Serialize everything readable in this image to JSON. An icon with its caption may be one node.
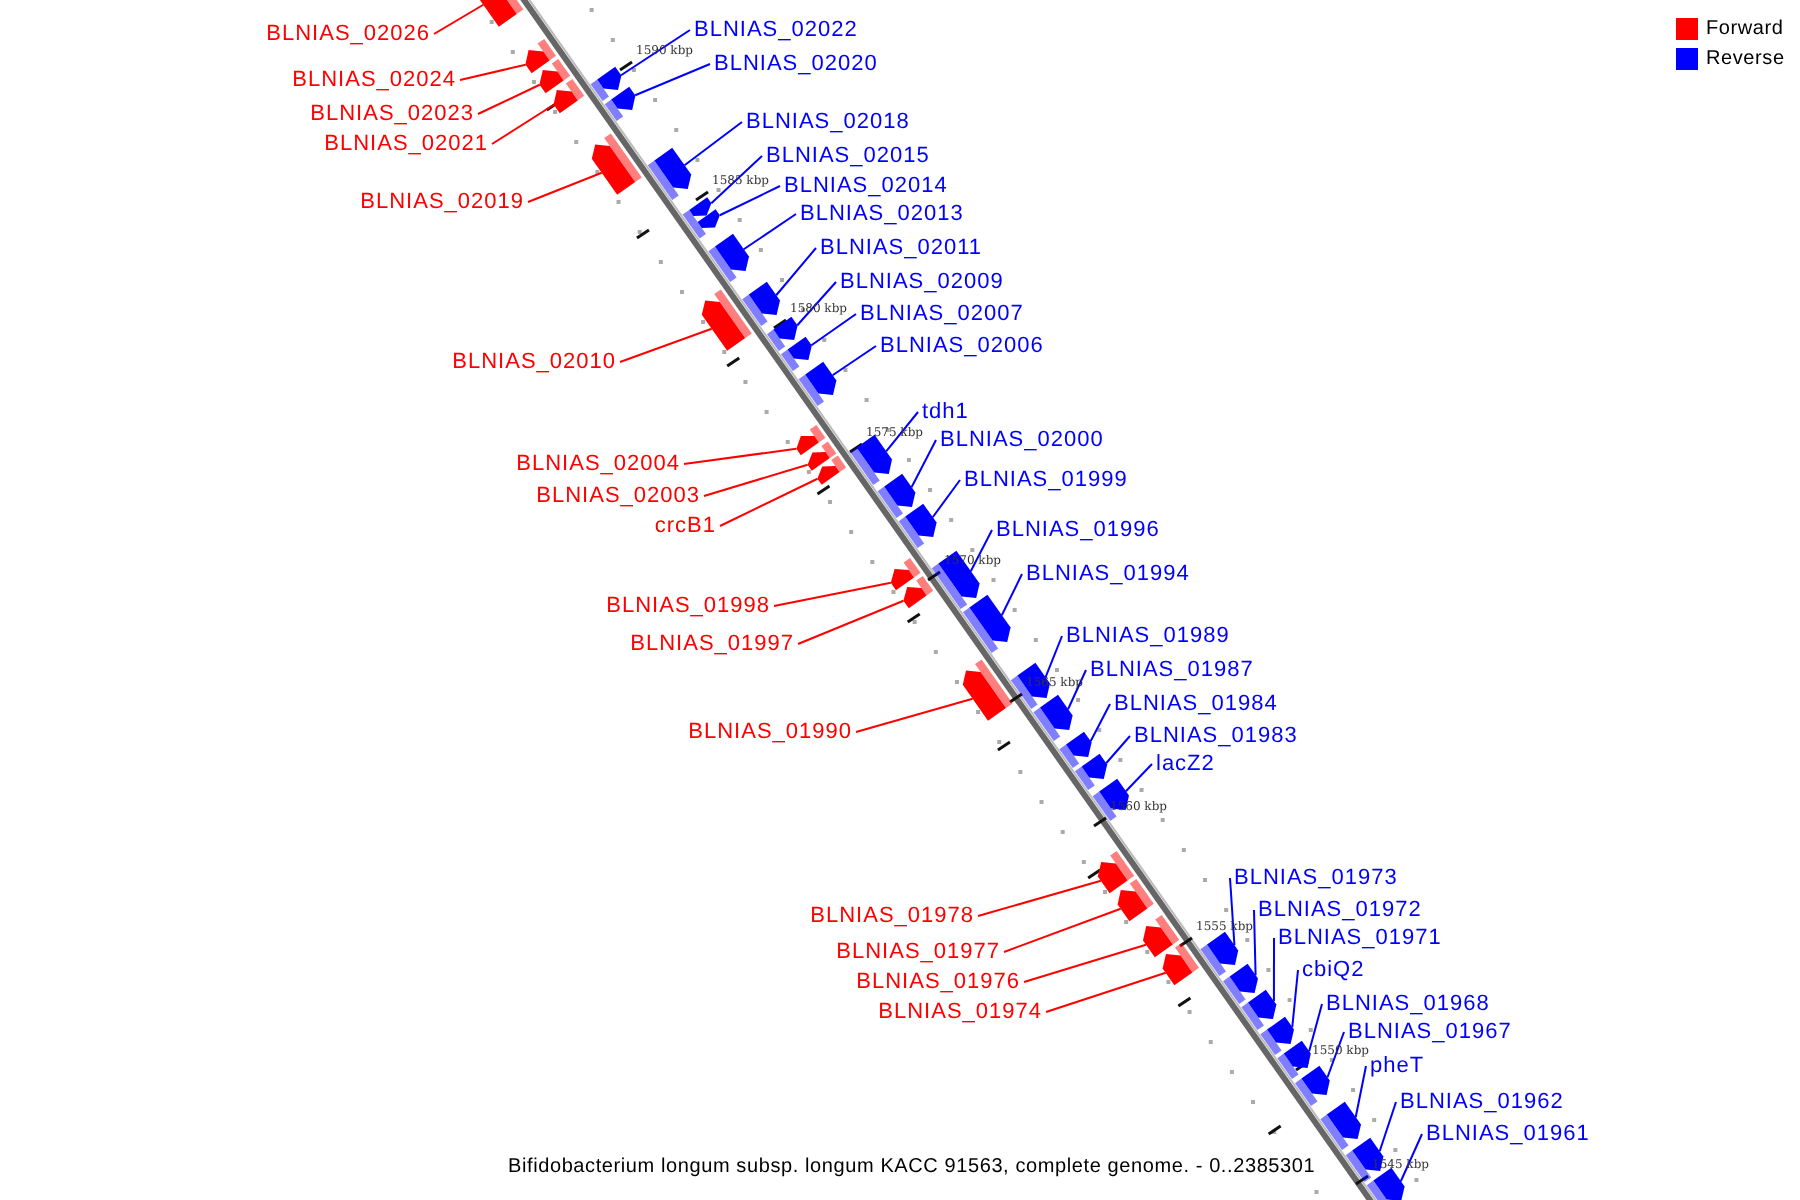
{
  "diagram": {
    "caption": "Bifidobacterium longum subsp. longum KACC 91563, complete genome. - 0..2385301",
    "nodes": [
      {
        "text": [
          "BLNIAS_02022"
        ]
      },
      {
        "text": [
          "BLNIAS_02026"
        ]
      },
      {
        "text": [
          "BLNIAS_02020"
        ]
      },
      {
        "text": [
          "BLNIAS_02024"
        ]
      },
      {
        "text": [
          "BLNIAS_02023"
        ]
      },
      {
        "text": [
          "BLNIAS_02018"
        ]
      },
      {
        "text": [
          "BLNIAS_02021"
        ]
      },
      {
        "text": [
          "BLNIAS_02015"
        ]
      },
      {
        "text": [
          "BLNIAS_02014"
        ]
      },
      {
        "text": [
          "BLNIAS_02019"
        ]
      },
      {
        "text": [
          "BLNIAS_02013"
        ]
      },
      {
        "text": [
          "BLNIAS_02011"
        ]
      },
      {
        "text": [
          "BLNIAS_02009"
        ]
      },
      {
        "text": [
          "BLNIAS_02007"
        ]
      },
      {
        "text": [
          "BLNIAS_02006"
        ]
      },
      {
        "text": [
          "BLNIAS_02010"
        ]
      },
      {
        "text": [
          "tdh1"
        ]
      },
      {
        "text": [
          "BLNIAS_02000"
        ]
      },
      {
        "text": [
          "BLNIAS_02004"
        ]
      },
      {
        "text": [
          "BLNIAS_01999"
        ]
      },
      {
        "text": [
          "BLNIAS_02003"
        ]
      },
      {
        "text": [
          "crcB1"
        ]
      },
      {
        "text": [
          "BLNIAS_01996"
        ]
      },
      {
        "text": [
          "BLNIAS_01994"
        ]
      },
      {
        "text": [
          "BLNIAS_01998"
        ]
      },
      {
        "text": [
          "BLNIAS_01989"
        ]
      },
      {
        "text": [
          "BLNIAS_01997"
        ]
      },
      {
        "text": [
          "BLNIAS_01987"
        ]
      },
      {
        "text": [
          "BLNIAS_01984"
        ]
      },
      {
        "text": [
          "BLNIAS_01990"
        ]
      },
      {
        "text": [
          "BLNIAS_01983"
        ]
      },
      {
        "text": [
          "lacZ2"
        ]
      },
      {
        "text": [
          "BLNIAS_01973"
        ]
      },
      {
        "text": [
          "BLNIAS_01972"
        ]
      },
      {
        "text": [
          "BLNIAS_01978"
        ]
      },
      {
        "text": [
          "BLNIAS_01971"
        ]
      },
      {
        "text": [
          "BLNIAS_01977"
        ]
      },
      {
        "text": [
          "cbiQ2"
        ]
      },
      {
        "text": [
          "BLNIAS_01976"
        ]
      },
      {
        "text": [
          "BLNIAS_01968"
        ]
      },
      {
        "text": [
          "BLNIAS_01974"
        ]
      },
      {
        "text": [
          "BLNIAS_01967"
        ]
      },
      {
        "text": [
          "pheT"
        ]
      },
      {
        "text": [
          "BLNIAS_01962"
        ]
      },
      {
        "text": [
          "BLNIAS_01961"
        ]
      },
      {
        "text": [],
        "shape": "arrow"
      },
      {
        "text": [],
        "shape": "arrow"
      },
      {
        "text": [],
        "shape": "arrow"
      },
      {
        "text": [],
        "shape": "arrow"
      },
      {
        "text": [],
        "shape": "arrow"
      },
      {
        "text": [],
        "shape": "arrow"
      },
      {
        "text": [],
        "shape": "arrow"
      },
      {
        "text": [],
        "shape": "arrow"
      },
      {
        "text": [],
        "shape": "arrow"
      },
      {
        "text": [],
        "shape": "arrow"
      },
      {
        "text": [],
        "shape": "arrow"
      },
      {
        "text": [],
        "shape": "arrow"
      },
      {
        "text": [],
        "shape": "arrow"
      },
      {
        "text": [],
        "shape": "arrow"
      },
      {
        "text": [],
        "shape": "arrow"
      },
      {
        "text": [],
        "shape": "arrow"
      },
      {
        "text": [],
        "shape": "arrow"
      },
      {
        "text": [],
        "shape": "arrow"
      },
      {
        "text": [],
        "shape": "arrow"
      },
      {
        "text": [],
        "shape": "arrow"
      },
      {
        "text": [],
        "shape": "arrow"
      },
      {
        "text": [],
        "shape": "arrow"
      },
      {
        "text": [],
        "shape": "arrow"
      },
      {
        "text": [],
        "shape": "arrow"
      },
      {
        "text": [],
        "shape": "arrow"
      },
      {
        "text": [],
        "shape": "arrow"
      },
      {
        "text": [],
        "shape": "arrow"
      },
      {
        "text": [],
        "shape": "arrow"
      },
      {
        "text": [],
        "shape": "arrow"
      },
      {
        "text": [],
        "shape": "arrow"
      },
      {
        "text": [],
        "shape": "arrow"
      },
      {
        "text": [],
        "shape": "arrow"
      },
      {
        "text": [],
        "shape": "arrow"
      },
      {
        "text": [],
        "shape": "arrow"
      },
      {
        "text": [],
        "shape": "arrow"
      },
      {
        "text": [],
        "shape": "arrow"
      },
      {
        "text": [],
        "shape": "arrow"
      },
      {
        "text": [],
        "shape": "arrow"
      },
      {
        "text": [],
        "shape": "arrow"
      },
      {
        "text": [],
        "shape": "arrow"
      },
      {
        "text": [],
        "shape": "arrow"
      },
      {
        "text": [],
        "shape": "arrow"
      },
      {
        "text": [],
        "shape": "arrow"
      },
      {
        "text": [],
        "shape": "arrow"
      },
      {
        "text": [],
        "shape": "arrow"
      }
    ],
    "edges": [
      {
        "from": 0,
        "to": 45,
        "arrow": "none"
      },
      {
        "from": 1,
        "to": 46,
        "arrow": "none",
        "color": "#ff0000"
      },
      {
        "from": 2,
        "to": 47,
        "arrow": "none"
      },
      {
        "from": 3,
        "to": 48,
        "arrow": "none",
        "color": "#ff0000"
      },
      {
        "from": 4,
        "to": 49,
        "arrow": "none",
        "color": "#ff0000"
      },
      {
        "from": 5,
        "to": 50,
        "arrow": "none"
      },
      {
        "from": 6,
        "to": 51,
        "arrow": "none",
        "color": "#ff0000"
      },
      {
        "from": 7,
        "to": 52,
        "arrow": "none"
      },
      {
        "from": 8,
        "to": 53,
        "arrow": "none"
      },
      {
        "from": 9,
        "to": 54,
        "arrow": "none",
        "color": "#ff0000"
      },
      {
        "from": 10,
        "to": 55,
        "arrow": "none"
      },
      {
        "from": 11,
        "to": 56,
        "arrow": "none"
      },
      {
        "from": 12,
        "to": 57,
        "arrow": "none"
      },
      {
        "from": 13,
        "to": 58,
        "arrow": "none"
      },
      {
        "from": 14,
        "to": 59,
        "arrow": "none"
      },
      {
        "from": 15,
        "to": 60,
        "arrow": "none",
        "color": "#ff0000"
      },
      {
        "from": 16,
        "to": 61,
        "arrow": "none"
      },
      {
        "from": 17,
        "to": 62,
        "arrow": "none"
      },
      {
        "from": 18,
        "to": 63,
        "arrow": "none",
        "color": "#ff0000"
      },
      {
        "from": 19,
        "to": 64,
        "arrow": "none"
      },
      {
        "from": 20,
        "to": 65,
        "arrow": "none",
        "color": "#ff0000"
      },
      {
        "from": 21,
        "to": 66,
        "arrow": "none",
        "color": "#ff0000"
      },
      {
        "from": 22,
        "to": 67,
        "arrow": "none"
      },
      {
        "from": 23,
        "to": 68,
        "arrow": "none"
      },
      {
        "from": 24,
        "to": 69,
        "arrow": "none",
        "color": "#ff0000"
      },
      {
        "from": 25,
        "to": 70,
        "arrow": "none"
      },
      {
        "from": 26,
        "to": 71,
        "arrow": "none",
        "color": "#ff0000"
      },
      {
        "from": 27,
        "to": 72,
        "arrow": "none"
      },
      {
        "from": 28,
        "to": 73,
        "arrow": "none"
      },
      {
        "from": 29,
        "to": 74,
        "arrow": "none",
        "color": "#ff0000"
      },
      {
        "from": 30,
        "to": 75,
        "arrow": "none"
      },
      {
        "from": 31,
        "to": 76,
        "arrow": "none"
      },
      {
        "from": 32,
        "to": 77,
        "arrow": "none"
      },
      {
        "from": 33,
        "to": 78,
        "arrow": "none"
      },
      {
        "from": 34,
        "to": 79,
        "arrow": "none",
        "color": "#ff0000"
      },
      {
        "from": 35,
        "to": 80,
        "arrow": "none"
      },
      {
        "from": 36,
        "to": 81,
        "arrow": "none",
        "color": "#ff0000"
      },
      {
        "from": 37,
        "to": 82,
        "arrow": "none"
      },
      {
        "from": 38,
        "to": 83,
        "arrow": "none",
        "color": "#ff0000"
      },
      {
        "from": 39,
        "to": 84,
        "arrow": "none"
      },
      {
        "from": 40,
        "to": 85,
        "arrow": "none",
        "color": "#ff0000"
      },
      {
        "from": 41,
        "to": 86,
        "arrow": "none"
      },
      {
        "from": 42,
        "to": 87,
        "arrow": "none"
      },
      {
        "from": 43,
        "to": 88,
        "arrow": "none"
      },
      {
        "from": 44,
        "to": 89,
        "arrow": "none"
      }
    ],
    "labels": [
      "1590 kbp",
      "1585 kbp",
      "1580 kbp",
      "1575 kbp",
      "1570 kbp",
      "1565 kbp",
      "1560 kbp",
      "1555 kbp",
      "1550 kbp",
      "1545 kbp"
    ],
    "legend": [
      {
        "text": "Forward",
        "color": "#ff0000"
      },
      {
        "text": "Reverse",
        "color": "#0000ff"
      }
    ]
  }
}
